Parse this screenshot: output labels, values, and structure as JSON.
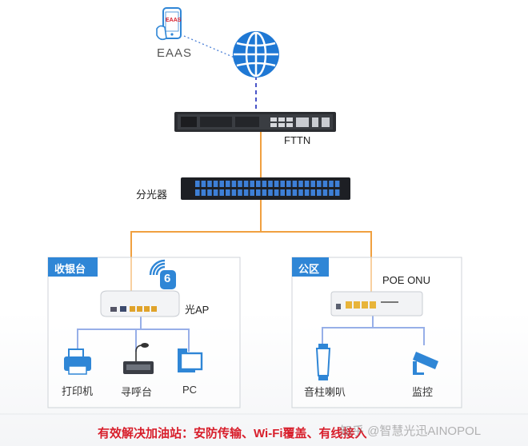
{
  "labels": {
    "eaas": "EAAS",
    "phone_badge": "EAAS",
    "fttn": "FTTN",
    "splitter": "分光器",
    "ap": "光AP",
    "ap_badge": "6",
    "poe_onu": "POE ONU"
  },
  "zones": {
    "left": {
      "tag": "收银台",
      "devices": [
        "打印机",
        "寻呼台",
        "PC"
      ]
    },
    "right": {
      "tag": "公区",
      "devices": [
        "音柱喇叭",
        "监控"
      ]
    }
  },
  "footer": {
    "headline": "有效解决加油站：安防传输、Wi-Fi覆盖、有线接入",
    "watermark": "知乎 @智慧光迅AINOPOL"
  },
  "colors": {
    "fiber": "#f0a040",
    "lan": "#2f5fd0",
    "dashed": "#4a55c8",
    "accent": "#2f86d6",
    "headline": "#d81e2b"
  }
}
